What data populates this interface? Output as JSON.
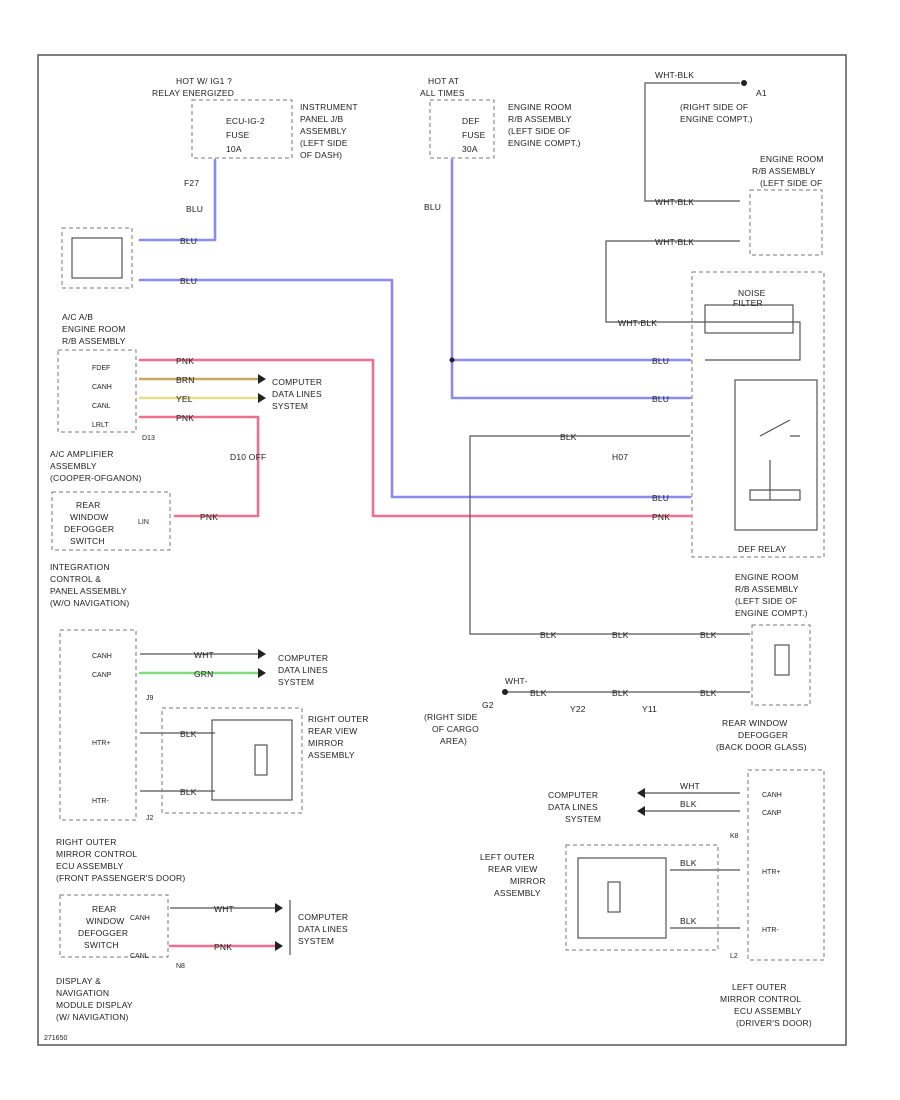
{
  "diagram": {
    "colors": {
      "blu": "#8a8af0",
      "pnk": "#ef6f8f",
      "brn": "#c8a85a",
      "yel": "#e4e08a",
      "grn": "#7fdc7f",
      "blk": "#444444",
      "wht": "#999999"
    },
    "top_fuse_left": {
      "hot": "HOT W/ IG1 ?",
      "relay": "RELAY ENERGIZED",
      "fuse_name": "ECU-IG-2",
      "fuse_word": "FUSE",
      "amps": "10A",
      "location": [
        "INSTRUMENT",
        "PANEL J/B",
        "ASSEMBLY",
        "(LEFT SIDE",
        "OF DASH)"
      ],
      "conn": "F27",
      "wire": "BLU"
    },
    "top_fuse_mid": {
      "hot": "HOT AT",
      "time": "ALL TIMES",
      "fuse_name": "DEF",
      "fuse_word": "FUSE",
      "amps": "30A",
      "location": [
        "ENGINE ROOM",
        "R/B ASSEMBLY",
        "(LEFT SIDE OF",
        "ENGINE COMPT.)"
      ],
      "wire": "BLU"
    },
    "ground_top_right": {
      "wire": "WHT-BLK",
      "id": "A1",
      "location": [
        "(RIGHT SIDE OF",
        "ENGINE COMPT.)"
      ]
    },
    "engine_rb_top": {
      "title": [
        "ENGINE ROOM",
        "R/B ASSEMBLY",
        "(LEFT SIDE OF",
        "ENGINE COMPT.)"
      ],
      "wire1": "WHT-BLK",
      "wire2": "WHT-BLK"
    },
    "noise_filter": {
      "title": [
        "NOISE",
        "FILTER"
      ],
      "wire": "WHT-BLK"
    },
    "ac_amp": {
      "title": [
        "A/C AMPLIFIER",
        "ASSEMBLY",
        "(COOPER-OFGANON)"
      ],
      "rb_label": [
        "A/C A/B",
        "ENGINE ROOM",
        "R/B ASSEMBLY"
      ],
      "pins": [
        "FDEF",
        "CANH",
        "CANL",
        "LRLT"
      ],
      "conn": "D13",
      "wire_blu1": "BLU",
      "wire_blu2": "BLU",
      "wire_pnk": "PNK",
      "wire_brn": "BRN",
      "wire_yel": "YEL",
      "wire_pnk2": "PNK",
      "splice": "D10 OFF"
    },
    "cdl1": [
      "COMPUTER",
      "DATA LINES",
      "SYSTEM"
    ],
    "rear_switch": {
      "title": [
        "REAR",
        "WINDOW",
        "DEFOGGER",
        "SWITCH"
      ],
      "pin": "LIN",
      "wire": "PNK",
      "caption": [
        "INTEGRATION",
        "CONTROL &",
        "PANEL ASSEMBLY",
        "(W/O NAVIGATION)"
      ]
    },
    "def_relay": {
      "title": "DEF RELAY",
      "wire_blu1": "BLU",
      "wire_blu2": "BLU",
      "wire_blu3": "BLU",
      "wire_pnk": "PNK",
      "wire_blk": "BLK",
      "conn": "H07"
    },
    "rear_defogger": {
      "title": [
        "REAR WINDOW",
        "DEFOGGER",
        "(BACK DOOR GLASS)"
      ],
      "location": [
        "ENGINE ROOM",
        "R/B ASSEMBLY",
        "(LEFT SIDE OF",
        "ENGINE COMPT.)"
      ],
      "wire": "BLK",
      "ground": "G2",
      "ground_loc": [
        "(RIGHT SIDE",
        "OF CARGO",
        "AREA)"
      ],
      "wire_wht": "WHT-",
      "conn1": "Y22",
      "conn2": "Y11"
    },
    "right_mirror": {
      "title": [
        "RIGHT OUTER",
        "REAR VIEW",
        "MIRROR",
        "ASSEMBLY"
      ],
      "pins": [
        "CANH",
        "CANP",
        "HTR+",
        "HTR-"
      ],
      "conn": "J9",
      "conn2": "J2",
      "wire_wht": "WHT",
      "wire_grn": "GRN",
      "wire_blk": "BLK",
      "caption": [
        "RIGHT OUTER",
        "MIRROR CONTROL",
        "ECU ASSEMBLY",
        "(FRONT PASSENGER'S DOOR)"
      ]
    },
    "cdl2": [
      "COMPUTER",
      "DATA LINES",
      "SYSTEM"
    ],
    "cdl3": [
      "COMPUTER",
      "DATA LINES",
      "SYSTEM"
    ],
    "cdl4": [
      "COMPUTER",
      "DATA LINES",
      "SYSTEM"
    ],
    "left_mirror": {
      "title": [
        "LEFT OUTER",
        "REAR VIEW",
        "MIRROR",
        "ASSEMBLY"
      ],
      "pins": [
        "CANH",
        "CANP",
        "HTR+",
        "HTR-"
      ],
      "conn": "K8",
      "conn2": "L2",
      "wire_wht": "WHT",
      "wire_blk": "BLK",
      "caption": [
        "LEFT OUTER",
        "MIRROR CONTROL",
        "ECU ASSEMBLY",
        "(DRIVER'S DOOR)"
      ]
    },
    "display": {
      "title": [
        "REAR",
        "WINDOW",
        "DEFOGGER",
        "SWITCH"
      ],
      "pins": [
        "CANH",
        "CANL"
      ],
      "conn": "N8",
      "wire_wht": "WHT",
      "wire_pnk": "PNK",
      "caption": [
        "DISPLAY &",
        "NAVIGATION",
        "MODULE DISPLAY",
        "(W/ NAVIGATION)"
      ]
    },
    "footer_code": "271650"
  }
}
